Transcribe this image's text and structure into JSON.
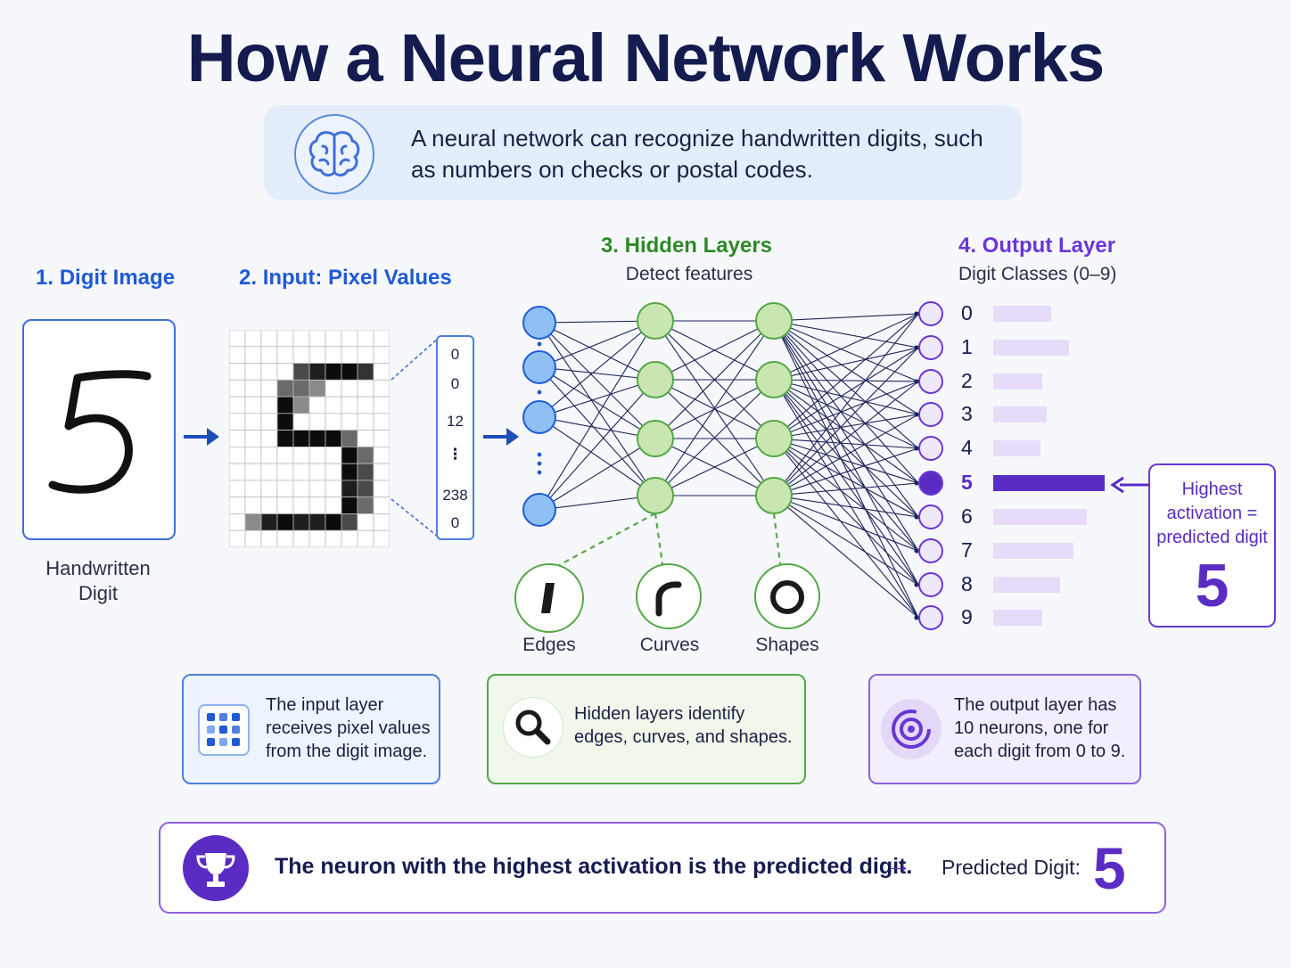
{
  "title": "How a Neural Network Works",
  "intro": {
    "icon": "brain-icon",
    "text": "A neural network can recognize handwritten digits, such as numbers on checks or postal codes."
  },
  "steps": {
    "digit_image": {
      "number": "1.",
      "label": "Digit Image"
    },
    "input": {
      "number": "2.",
      "label": "Input: Pixel Values"
    },
    "hidden": {
      "title": "3. Hidden Layers",
      "subtitle": "Detect features"
    },
    "output": {
      "title": "4. Output Layer",
      "subtitle": "Digit Classes (0–9)"
    }
  },
  "digit_card": {
    "digit": "5",
    "caption_line1": "Handwritten",
    "caption_line2": "Digit"
  },
  "pixel_values": [
    "0",
    "0",
    "12",
    "⋮",
    "238",
    "0"
  ],
  "pixel_grid": {
    "cols": 10,
    "rows": 13,
    "cells": [
      "0000000000",
      "0000000000",
      "0000356640",
      "0002210000",
      "0006100000",
      "0006000000",
      "0006666200",
      "0000000620",
      "0000000630",
      "0000000530",
      "0000000620",
      "0156556300",
      "0000000000"
    ]
  },
  "features": [
    {
      "label": "Edges",
      "icon": "edge-icon"
    },
    {
      "label": "Curves",
      "icon": "curve-icon"
    },
    {
      "label": "Shapes",
      "icon": "circle-shape-icon"
    }
  ],
  "output_classes": [
    {
      "digit": "0",
      "activation": 0.26
    },
    {
      "digit": "1",
      "activation": 0.34
    },
    {
      "digit": "2",
      "activation": 0.22
    },
    {
      "digit": "3",
      "activation": 0.24
    },
    {
      "digit": "4",
      "activation": 0.21
    },
    {
      "digit": "5",
      "activation": 0.5,
      "highest": true
    },
    {
      "digit": "6",
      "activation": 0.42
    },
    {
      "digit": "7",
      "activation": 0.36
    },
    {
      "digit": "8",
      "activation": 0.3
    },
    {
      "digit": "9",
      "activation": 0.22
    }
  ],
  "highest_callout": {
    "text_line1": "Highest",
    "text_line2": "activation =",
    "text_line3": "predicted digit",
    "digit": "5"
  },
  "info_boxes": {
    "input": {
      "icon": "grid-icon",
      "line1": "The input layer",
      "line2": "receives pixel values",
      "line3": "from the digit image."
    },
    "hidden": {
      "icon": "magnifier-icon",
      "line1": "Hidden layers identify",
      "line2": "edges, curves, and shapes."
    },
    "output": {
      "icon": "target-icon",
      "line1": "The output layer has",
      "line2": "10 neurons, one for",
      "line3": "each digit from 0 to 9."
    }
  },
  "bottom": {
    "icon": "trophy-icon",
    "text": "The neuron with the highest activation is the predicted digit.",
    "arrow": "→",
    "predicted_label": "Predicted Digit:",
    "predicted_digit": "5"
  },
  "colors": {
    "title": "#141c4f",
    "blue": "#1f5ad6",
    "green": "#2e8a26",
    "purple": "#6a37d4",
    "input_node": "#8fc0f3",
    "hidden_node": "#c9e6b0",
    "output_node": "#efe8fb",
    "highlight": "#5a2cc4"
  }
}
